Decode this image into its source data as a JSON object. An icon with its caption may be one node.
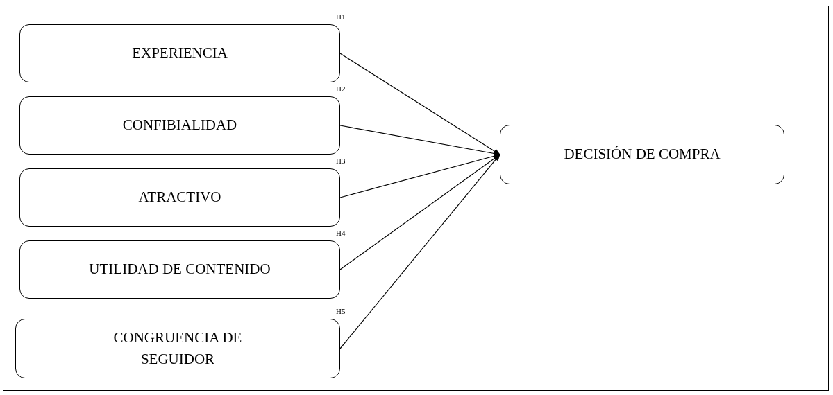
{
  "diagram": {
    "nodes": [
      {
        "text": [
          "EXPERIENCIA"
        ]
      },
      {
        "text": [
          "CONFIBIALIDAD"
        ]
      },
      {
        "text": [
          "ATRACTIVO"
        ]
      },
      {
        "text": [
          "UTILIDAD DE CONTENIDO"
        ]
      },
      {
        "text": [
          "CONGRUENCIA DE SEGUIDOR"
        ]
      },
      {
        "text": [
          "DECISIÓN DE COMPRA"
        ]
      }
    ],
    "edges": [
      {
        "from": 0,
        "to": 5,
        "arrow": "to",
        "label": "H1"
      },
      {
        "from": 1,
        "to": 5,
        "arrow": "to",
        "label": "H2"
      },
      {
        "from": 2,
        "to": 5,
        "arrow": "to",
        "label": "H3"
      },
      {
        "from": 3,
        "to": 5,
        "arrow": "to",
        "label": "H4"
      },
      {
        "from": 4,
        "to": 5,
        "arrow": "to",
        "label": "H5"
      }
    ]
  }
}
